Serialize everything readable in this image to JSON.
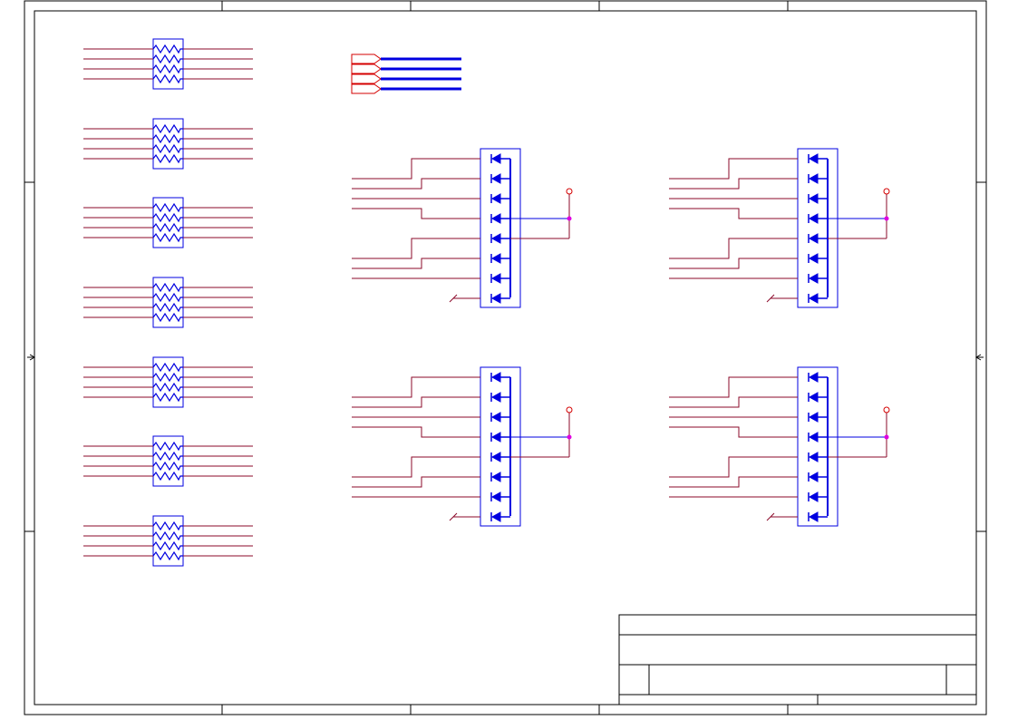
{
  "colors": {
    "wire": "#8b0a2a",
    "component": "#0000e0",
    "junction": "#e000e0",
    "port": "#d40000",
    "border": "#000000",
    "background": "#ffffff"
  },
  "resistor_networks": [
    {
      "label": ""
    },
    {
      "label": ""
    },
    {
      "label": ""
    },
    {
      "label": ""
    },
    {
      "label": ""
    },
    {
      "label": ""
    },
    {
      "label": ""
    }
  ],
  "bus_ports": [
    {
      "label": ""
    },
    {
      "label": ""
    },
    {
      "label": ""
    },
    {
      "label": ""
    }
  ],
  "diode_arrays": [
    {
      "label": "",
      "diode_count": 8
    },
    {
      "label": "",
      "diode_count": 8
    },
    {
      "label": "",
      "diode_count": 8
    },
    {
      "label": "",
      "diode_count": 8
    }
  ],
  "title_block": {
    "title": "",
    "drawing_number": "",
    "size": "",
    "revision": "",
    "date": "",
    "sheet": ""
  }
}
